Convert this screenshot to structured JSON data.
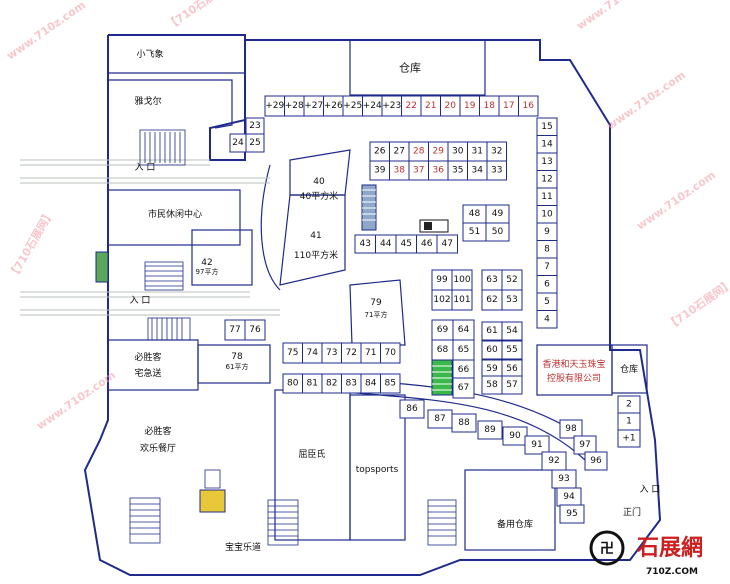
{
  "labels": {
    "warehouse_top": "仓库",
    "little_elephant": "小飞象",
    "yagor": "雅戈尔",
    "entrance": "入 口",
    "citizen_center": "市民休闲中心",
    "shop42": "42",
    "shop42_area": "97平方",
    "shop40": "40",
    "shop40_area": "40平方米",
    "shop41": "41",
    "shop41_area": "110平方米",
    "shop79": "79",
    "shop79_area": "71平方",
    "shop78": "78",
    "shop78_area": "61平方",
    "kfc_delivery_1": "必胜客",
    "kfc_delivery_2": "宅急送",
    "pizza_hut_1": "必胜客",
    "pizza_hut_2": "欢乐餐厅",
    "qumanshi": "屈臣氏",
    "topsports": "topsports",
    "standby_warehouse": "备用仓库",
    "playground": "宝宝乐道",
    "jewelry_1": "香港和天玉珠宝",
    "jewelry_2": "控股有限公司",
    "warehouse_right": "仓库",
    "main_gate": "正门",
    "brand_text": "石展網",
    "brand_url": "710Z.COM",
    "watermark": "www.710z.com",
    "watermark2": "【710石展网】"
  },
  "rows": {
    "top": [
      "+29",
      "+28",
      "+27",
      "+26",
      "+25",
      "+24",
      "+23",
      "22",
      "21",
      "20",
      "19",
      "18",
      "17",
      "16"
    ],
    "right_col": [
      "15",
      "14",
      "13",
      "12",
      "11",
      "10",
      "9",
      "8",
      "7",
      "6",
      "5",
      "4"
    ],
    "block_a_row1": [
      "26",
      "27",
      "28",
      "29",
      "30",
      "31",
      "32"
    ],
    "block_a_row2": [
      "39",
      "38",
      "37",
      "36",
      "35",
      "34",
      "33"
    ],
    "row_43": [
      "43",
      "44",
      "45",
      "46",
      "47"
    ],
    "block_48": [
      "48",
      "49",
      "51",
      "50"
    ],
    "block_99": [
      "99",
      "100",
      "102",
      "101"
    ],
    "block_63": [
      "63",
      "52",
      "62",
      "53"
    ],
    "block_69": [
      "69",
      "64",
      "68",
      "65",
      "66",
      "67"
    ],
    "block_61": [
      "61",
      "54",
      "60",
      "55",
      "59",
      "56",
      "58",
      "57"
    ],
    "row_75": [
      "75",
      "74",
      "73",
      "72",
      "71",
      "70"
    ],
    "row_80": [
      "80",
      "81",
      "82",
      "83",
      "84",
      "85"
    ],
    "row_77": [
      "77",
      "76"
    ],
    "left_2324": [
      "23",
      "24",
      "25"
    ],
    "arc_86": [
      "86",
      "87",
      "88",
      "89",
      "90",
      "91",
      "92",
      "93",
      "94",
      "95"
    ],
    "diag_98": [
      "98",
      "97",
      "96"
    ],
    "small_right": [
      "2",
      "1",
      "+1"
    ]
  }
}
